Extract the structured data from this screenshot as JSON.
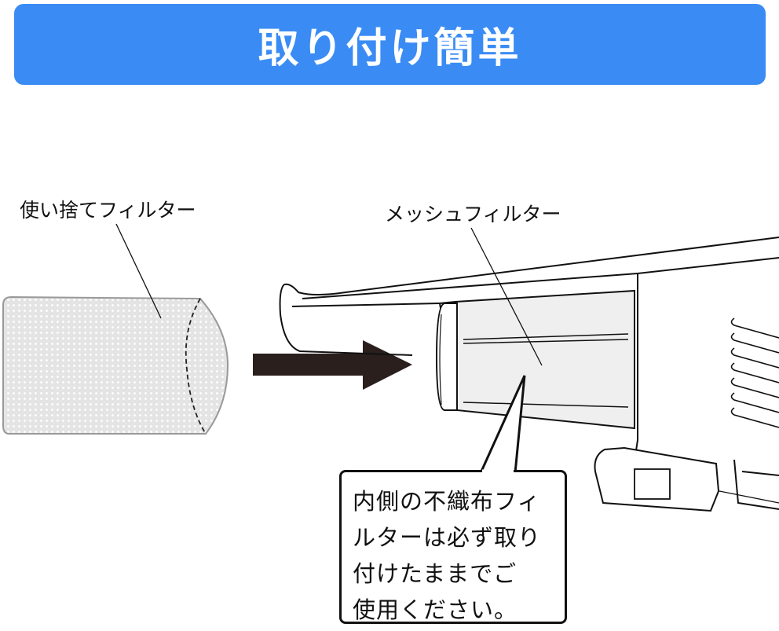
{
  "banner": {
    "title": "取り付け簡単",
    "color": "#3a8cf4"
  },
  "labels": {
    "disposable_filter": "使い捨てフィルター",
    "mesh_filter": "メッシュフィルター"
  },
  "callout": {
    "lines": [
      "内側の不織布フィ",
      "ルターは必ず取り",
      "付けたままでご",
      "使用ください。"
    ]
  }
}
